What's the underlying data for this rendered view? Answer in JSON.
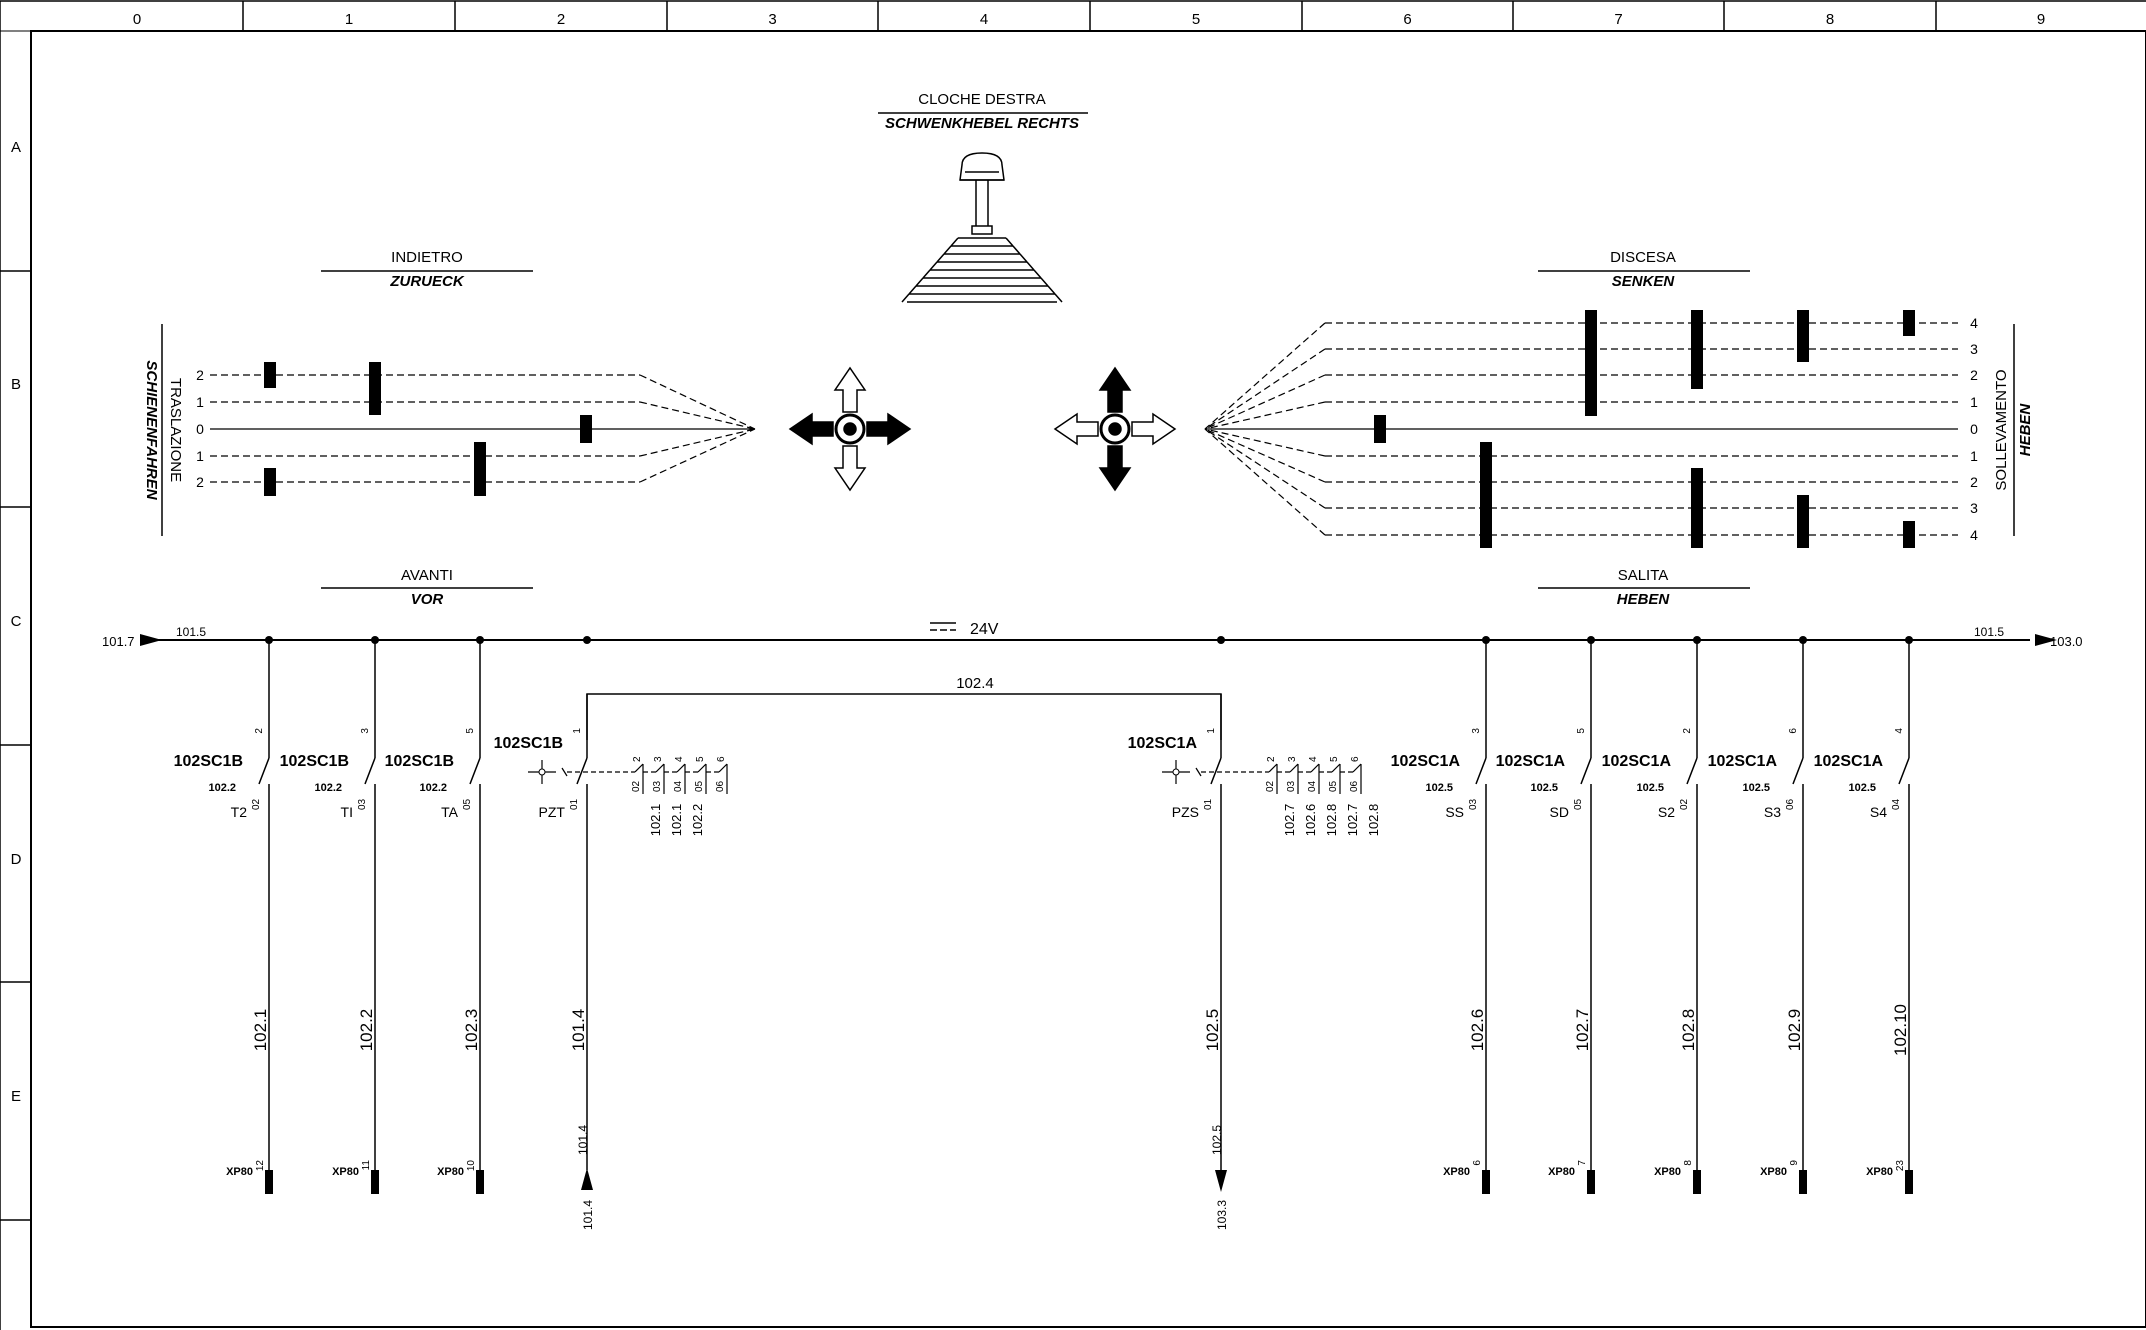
{
  "frame": {
    "columns": [
      "0",
      "1",
      "2",
      "3",
      "4",
      "5",
      "6",
      "7",
      "8",
      "9"
    ],
    "rows": [
      "A",
      "B",
      "C",
      "D",
      "E"
    ]
  },
  "titles": {
    "joystick_it": "CLOCHE DESTRA",
    "joystick_de": "SCHWENKHEBEL RECHTS",
    "indietro": "INDIETRO",
    "zurueck": "ZURUECK",
    "avanti": "AVANTI",
    "vor": "VOR",
    "discesa": "DISCESA",
    "senken": "SENKEN",
    "salita": "SALITA",
    "heben_bottom": "HEBEN",
    "traslazione": "TRASLAZIONE",
    "schienenfahren": "SCHIENENFAHREN",
    "sollevamento": "SOLLEVAMENTO",
    "heben_side": "HEBEN"
  },
  "positions": {
    "left": [
      "2",
      "1",
      "0",
      "1",
      "2"
    ],
    "right": [
      "4",
      "3",
      "2",
      "1",
      "0",
      "1",
      "2",
      "3",
      "4"
    ]
  },
  "bus": {
    "left_ref": "101.7",
    "left_sub": "101.5",
    "right_sub": "101.5",
    "right_ref": "103.0",
    "voltage": "24V",
    "bridge": "102.4"
  },
  "switches": [
    {
      "id": "102SC1B",
      "sub": "102.2",
      "name": "T2",
      "top": "2",
      "bot": "02",
      "wire": "102.1",
      "conn": "XP80",
      "pin": "12"
    },
    {
      "id": "102SC1B",
      "sub": "102.2",
      "name": "TI",
      "top": "3",
      "bot": "03",
      "wire": "102.2",
      "conn": "XP80",
      "pin": "11"
    },
    {
      "id": "102SC1B",
      "sub": "102.2",
      "name": "TA",
      "top": "5",
      "bot": "05",
      "wire": "102.3",
      "conn": "XP80",
      "pin": "10"
    },
    {
      "id": "102SC1B",
      "name": "PZT",
      "top": "1",
      "bot": "01",
      "wire": "101.4",
      "end_ref": "101.4",
      "end_bottom": "101.4",
      "contacts": [
        "02",
        "03",
        "04",
        "05",
        "06"
      ],
      "contacts_top": [
        "2",
        "3",
        "4",
        "5",
        "6"
      ],
      "refs": [
        "102.1",
        "102.1",
        "102.2"
      ]
    },
    {
      "id": "102SC1A",
      "name": "PZS",
      "top": "1",
      "bot": "01",
      "wire": "102.5",
      "end_ref": "102.5",
      "end_bottom": "103.3",
      "contacts": [
        "02",
        "03",
        "04",
        "05",
        "06"
      ],
      "contacts_top": [
        "2",
        "3",
        "4",
        "5",
        "6"
      ],
      "refs": [
        "102.7",
        "102.6",
        "102.8",
        "102.7",
        "102.8"
      ]
    },
    {
      "id": "102SC1A",
      "sub": "102.5",
      "name": "SS",
      "top": "3",
      "bot": "03",
      "wire": "102.6",
      "conn": "XP80",
      "pin": "6"
    },
    {
      "id": "102SC1A",
      "sub": "102.5",
      "name": "SD",
      "top": "5",
      "bot": "05",
      "wire": "102.7",
      "conn": "XP80",
      "pin": "7"
    },
    {
      "id": "102SC1A",
      "sub": "102.5",
      "name": "S2",
      "top": "2",
      "bot": "02",
      "wire": "102.8",
      "conn": "XP80",
      "pin": "8"
    },
    {
      "id": "102SC1A",
      "sub": "102.5",
      "name": "S3",
      "top": "6",
      "bot": "06",
      "wire": "102.9",
      "conn": "XP80",
      "pin": "9"
    },
    {
      "id": "102SC1A",
      "sub": "102.5",
      "name": "S4",
      "top": "4",
      "bot": "04",
      "wire": "102.10",
      "conn": "XP80",
      "pin": "23"
    }
  ]
}
